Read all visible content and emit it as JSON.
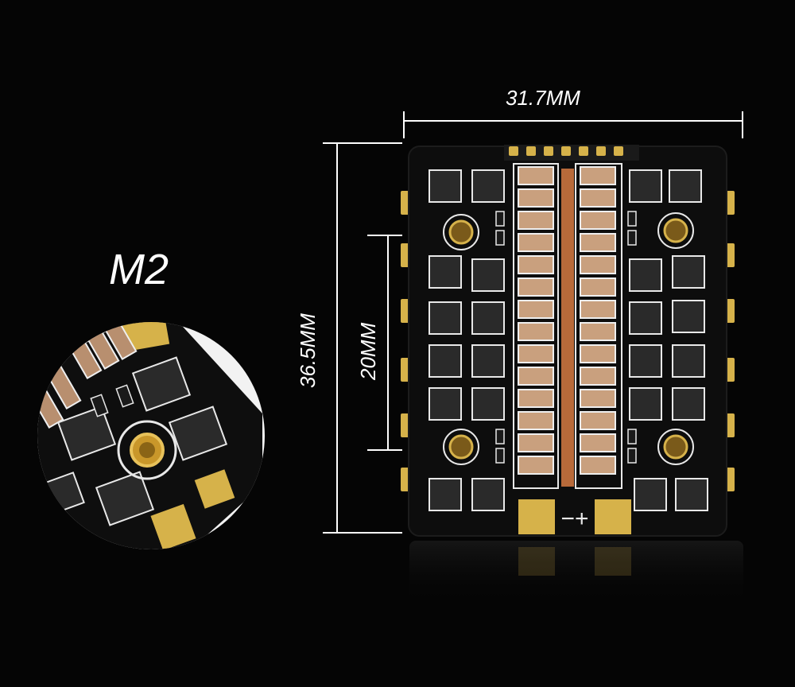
{
  "product": {
    "variant_label": "M2",
    "width_label": "31.7MM",
    "height_label": "36.5MM",
    "mount_spacing_label": "20MM",
    "polarity_label": "−+"
  },
  "colors": {
    "background": "#050505",
    "pcb": "#0d0d0d",
    "gold_pad": "#d6b24a",
    "copper_bar": "#b86a3a",
    "capacitor": "#c9a07e",
    "mosfet": "#2a2a2a",
    "dimension_line": "#ffffff"
  },
  "icons": [
    "magnify-lens-icon"
  ]
}
